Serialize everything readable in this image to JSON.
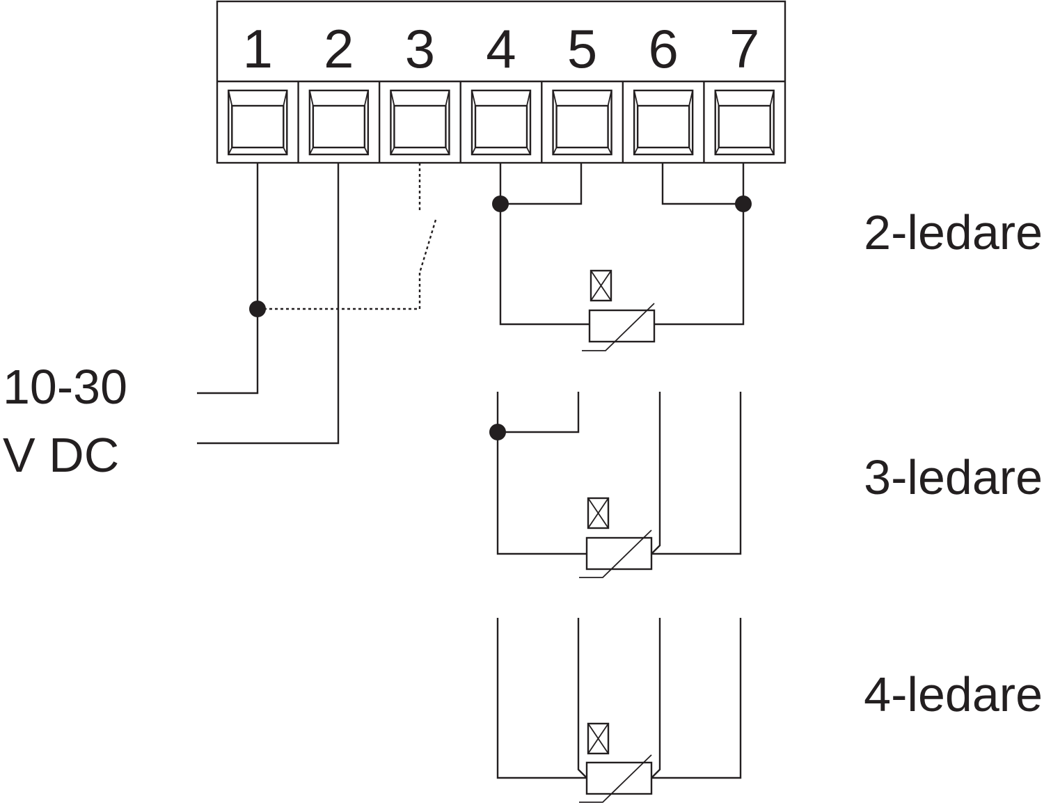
{
  "terminals": [
    "1",
    "2",
    "3",
    "4",
    "5",
    "6",
    "7"
  ],
  "supply": {
    "line1": "10-30",
    "line2": "V DC"
  },
  "configs": [
    {
      "label": "2-ledare"
    },
    {
      "label": "3-ledare"
    },
    {
      "label": "4-ledare"
    }
  ],
  "colors": {
    "ink": "#231f20",
    "background": "#ffffff"
  }
}
